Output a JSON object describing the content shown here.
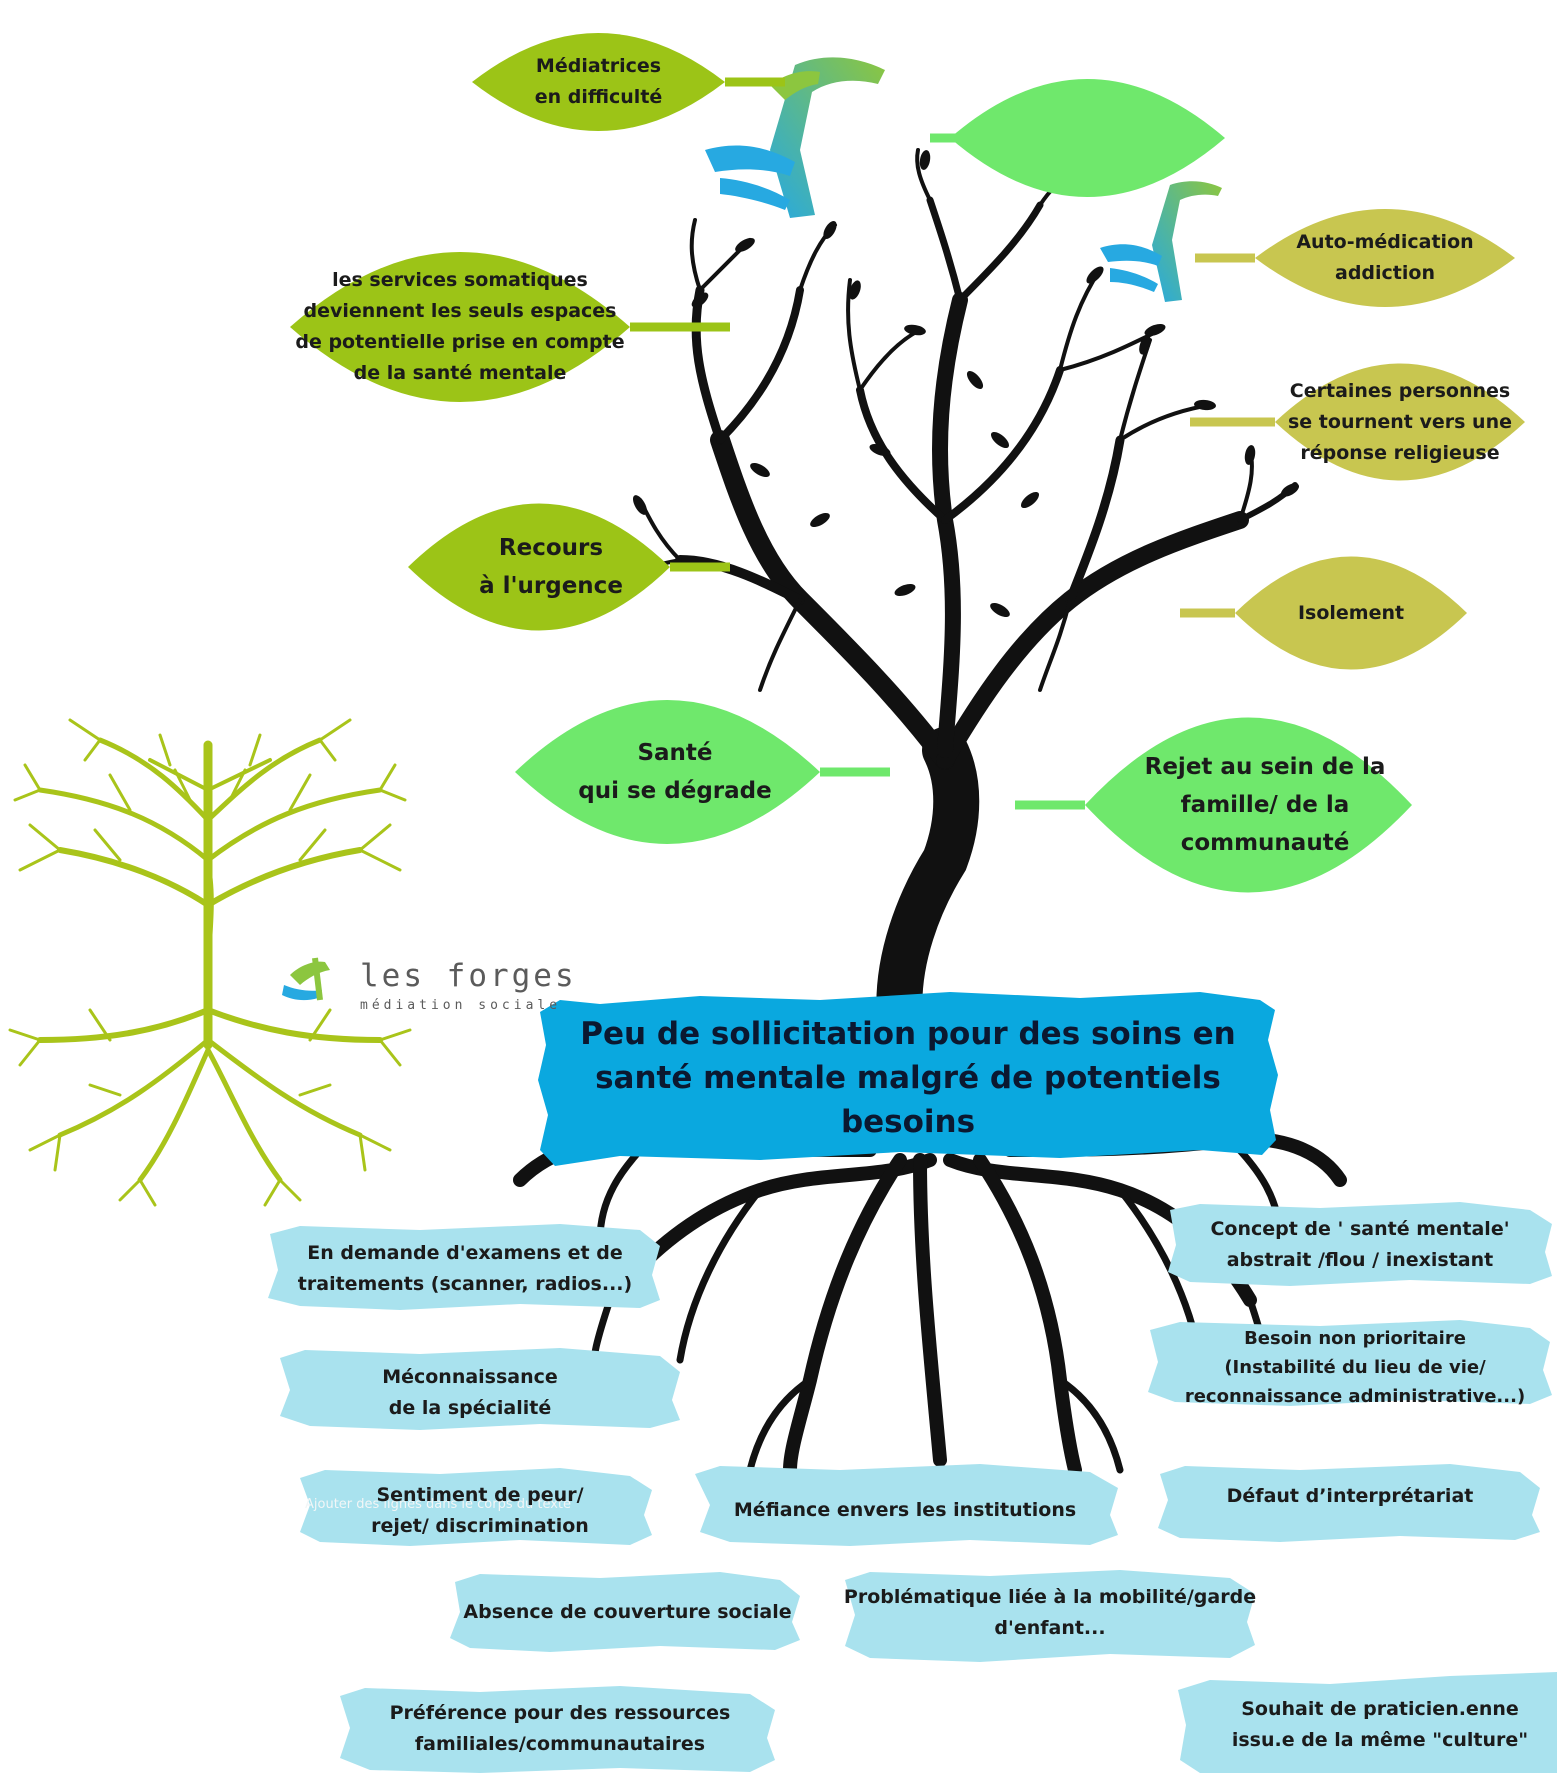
{
  "center_title": {
    "lines": [
      "Peu de sollicitation pour des soins en",
      "santé mentale malgré de potentiels",
      "besoins"
    ],
    "color": "#0aa8df"
  },
  "leaves": [
    {
      "id": "mediatrices",
      "lines": [
        "Médiatrices",
        "en difficulté"
      ],
      "color": "#9cc417"
    },
    {
      "id": "empty-top",
      "lines": [],
      "color": "#6fe86c"
    },
    {
      "id": "auto-medication",
      "lines": [
        "Auto-médication",
        "addiction"
      ],
      "color": "#c8c650"
    },
    {
      "id": "services-somatiques",
      "lines": [
        "les services somatiques",
        "deviennent les seuls espaces",
        "de potentielle prise en compte",
        "de la santé mentale"
      ],
      "color": "#9cc417"
    },
    {
      "id": "religieuse",
      "lines": [
        "Certaines personnes",
        "se tournent vers une",
        "réponse religieuse"
      ],
      "color": "#c8c650"
    },
    {
      "id": "urgence",
      "lines": [
        "Recours",
        "à l'urgence"
      ],
      "color": "#9cc417"
    },
    {
      "id": "isolement",
      "lines": [
        "Isolement"
      ],
      "color": "#c8c650"
    },
    {
      "id": "sante-degrade",
      "lines": [
        "Santé",
        "qui se dégrade"
      ],
      "color": "#6fe86c"
    },
    {
      "id": "rejet-famille",
      "lines": [
        "Rejet au sein de la",
        "famille/ de la",
        "communauté"
      ],
      "color": "#6fe86c"
    }
  ],
  "roots": [
    {
      "id": "examens",
      "lines": [
        "En demande d'examens et de",
        "traitements  (scanner, radios...)"
      ]
    },
    {
      "id": "concept",
      "lines": [
        "Concept de ' santé mentale'",
        "abstrait /flou / inexistant"
      ]
    },
    {
      "id": "besoin",
      "lines": [
        "Besoin non prioritaire",
        "(Instabilité du lieu de vie/",
        "reconnaissance administrative...)"
      ]
    },
    {
      "id": "meconnaissance",
      "lines": [
        "Méconnaissance",
        "de la spécialité"
      ]
    },
    {
      "id": "peur",
      "lines": [
        "Sentiment de peur/",
        "rejet/ discrimination"
      ]
    },
    {
      "id": "mefiance",
      "lines": [
        "Méfiance envers les institutions"
      ]
    },
    {
      "id": "interpretariat",
      "lines": [
        "Défaut d’interprétariat"
      ]
    },
    {
      "id": "couverture",
      "lines": [
        "Absence de couverture sociale"
      ]
    },
    {
      "id": "mobilite",
      "lines": [
        "Problématique liée à la mobilité/garde",
        "d'enfant..."
      ]
    },
    {
      "id": "ressources",
      "lines": [
        "Préférence pour des ressources",
        "familiales/communautaires"
      ]
    },
    {
      "id": "praticien",
      "lines": [
        "Souhait de praticien.enne",
        "issu.e de la même \"culture\""
      ]
    }
  ],
  "ghost_text": "Ajouter des lignes dans le corps du texte",
  "logo": {
    "name": "les forges",
    "subtitle": "médiation sociale"
  },
  "colors": {
    "trunk": "#111111",
    "brush_blue": "#a9e2ee",
    "tree_logo": "#a9c41a",
    "hand_green": "#8cc63f",
    "hand_blue": "#27a9e1"
  }
}
